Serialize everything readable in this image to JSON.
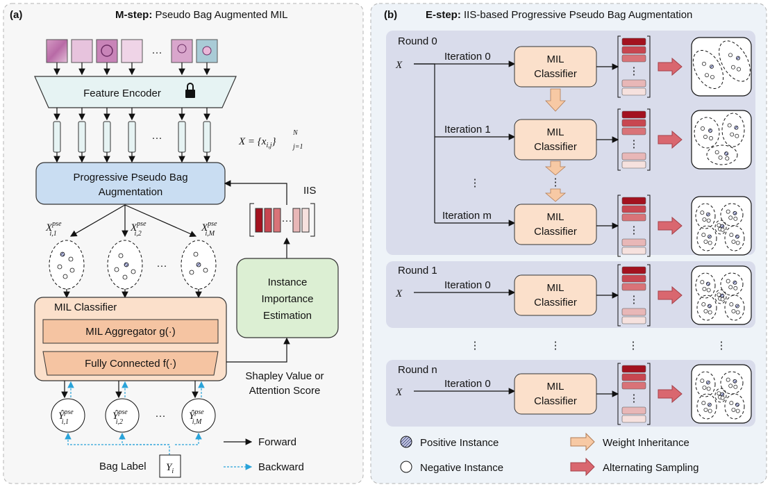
{
  "panel_a": {
    "tag": "(a)",
    "title_bold": "M-step:",
    "title_rest": " Pseudo Bag Augmented MIL",
    "encoder": "Feature Encoder",
    "dots": "···",
    "equation": "X = {x",
    "eq_sub": "i,j",
    "eq_close": "}",
    "eq_top": "N",
    "eq_bottom": "j=1",
    "ppba_line1": "Progressive Pseudo Bag",
    "ppba_line2": "Augmentation",
    "xp1_sub": "i,1",
    "xp2_sub": "i,2",
    "xpm_sub": "i,M",
    "pse": "pse",
    "iis": "IIS",
    "iie_line1": "Instance",
    "iie_line2": "Importance",
    "iie_line3": "Estimation",
    "mil_classifier": "MIL Classifier",
    "aggregator": "MIL Aggregator g(·)",
    "fc": "Fully Connected f(·)",
    "shapley_line1": "Shapley Value or",
    "shapley_line2": "Attention Score",
    "bag_label": "Bag Label",
    "yi": "Y",
    "yi_sub": "i",
    "forward": "Forward",
    "backward": "Backward"
  },
  "panel_b": {
    "tag": "(b)",
    "title_bold": "E-step:",
    "title_rest": " IIS-based Progressive Pseudo Bag Augmentation",
    "round0": "Round 0",
    "round1": "Round 1",
    "roundn": "Round n",
    "x": "X",
    "iter0": "Iteration 0",
    "iter1": "Iteration 1",
    "iterm": "Iteration m",
    "classifier_line1": "MIL",
    "classifier_line2": "Classifier",
    "legend": {
      "positive": "Positive Instance",
      "negative": "Negative Instance",
      "weight": "Weight Inheritance",
      "sampling": "Alternating Sampling"
    }
  },
  "colors": {
    "panel_a_bg": "#f7f7f7",
    "panel_b_bg": "#eef3f8",
    "round_bg": "#d9dceb",
    "classifier_fill": "#fbe0cb",
    "aggregator_fill": "#f5c4a2",
    "ppba_fill": "#c9ddf2",
    "iie_fill": "#dcefd3",
    "encoder_fill": "#e6f3f3",
    "forward": "#111111",
    "backward": "#29a3d9",
    "sampling_arrow": "#d9676f",
    "weight_arrow": "#f7c9a4",
    "score_colors": [
      "#a3121f",
      "#c84650",
      "#d97378",
      "#e8b7b7",
      "#f6e1de"
    ]
  }
}
